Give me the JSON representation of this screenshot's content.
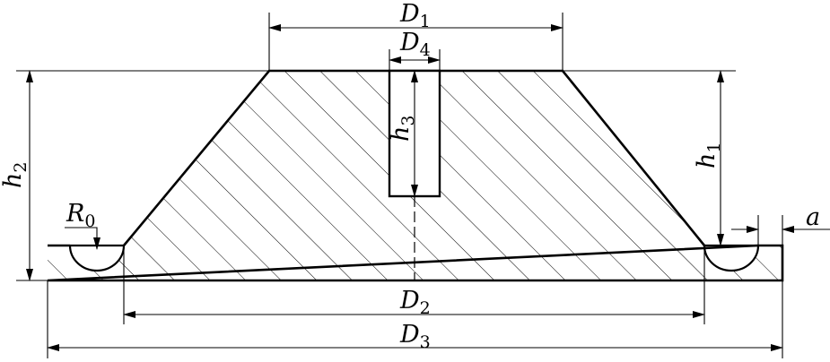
{
  "labels": {
    "d1": {
      "main": "D",
      "sub": "1"
    },
    "d2": {
      "main": "D",
      "sub": "2"
    },
    "d3": {
      "main": "D",
      "sub": "3"
    },
    "d4": {
      "main": "D",
      "sub": "4"
    },
    "h1": {
      "main": "h",
      "sub": "1"
    },
    "h2": {
      "main": "h",
      "sub": "2"
    },
    "h3": {
      "main": "h",
      "sub": "3"
    },
    "r0": {
      "main": "R",
      "sub": "0"
    },
    "a": "a"
  }
}
